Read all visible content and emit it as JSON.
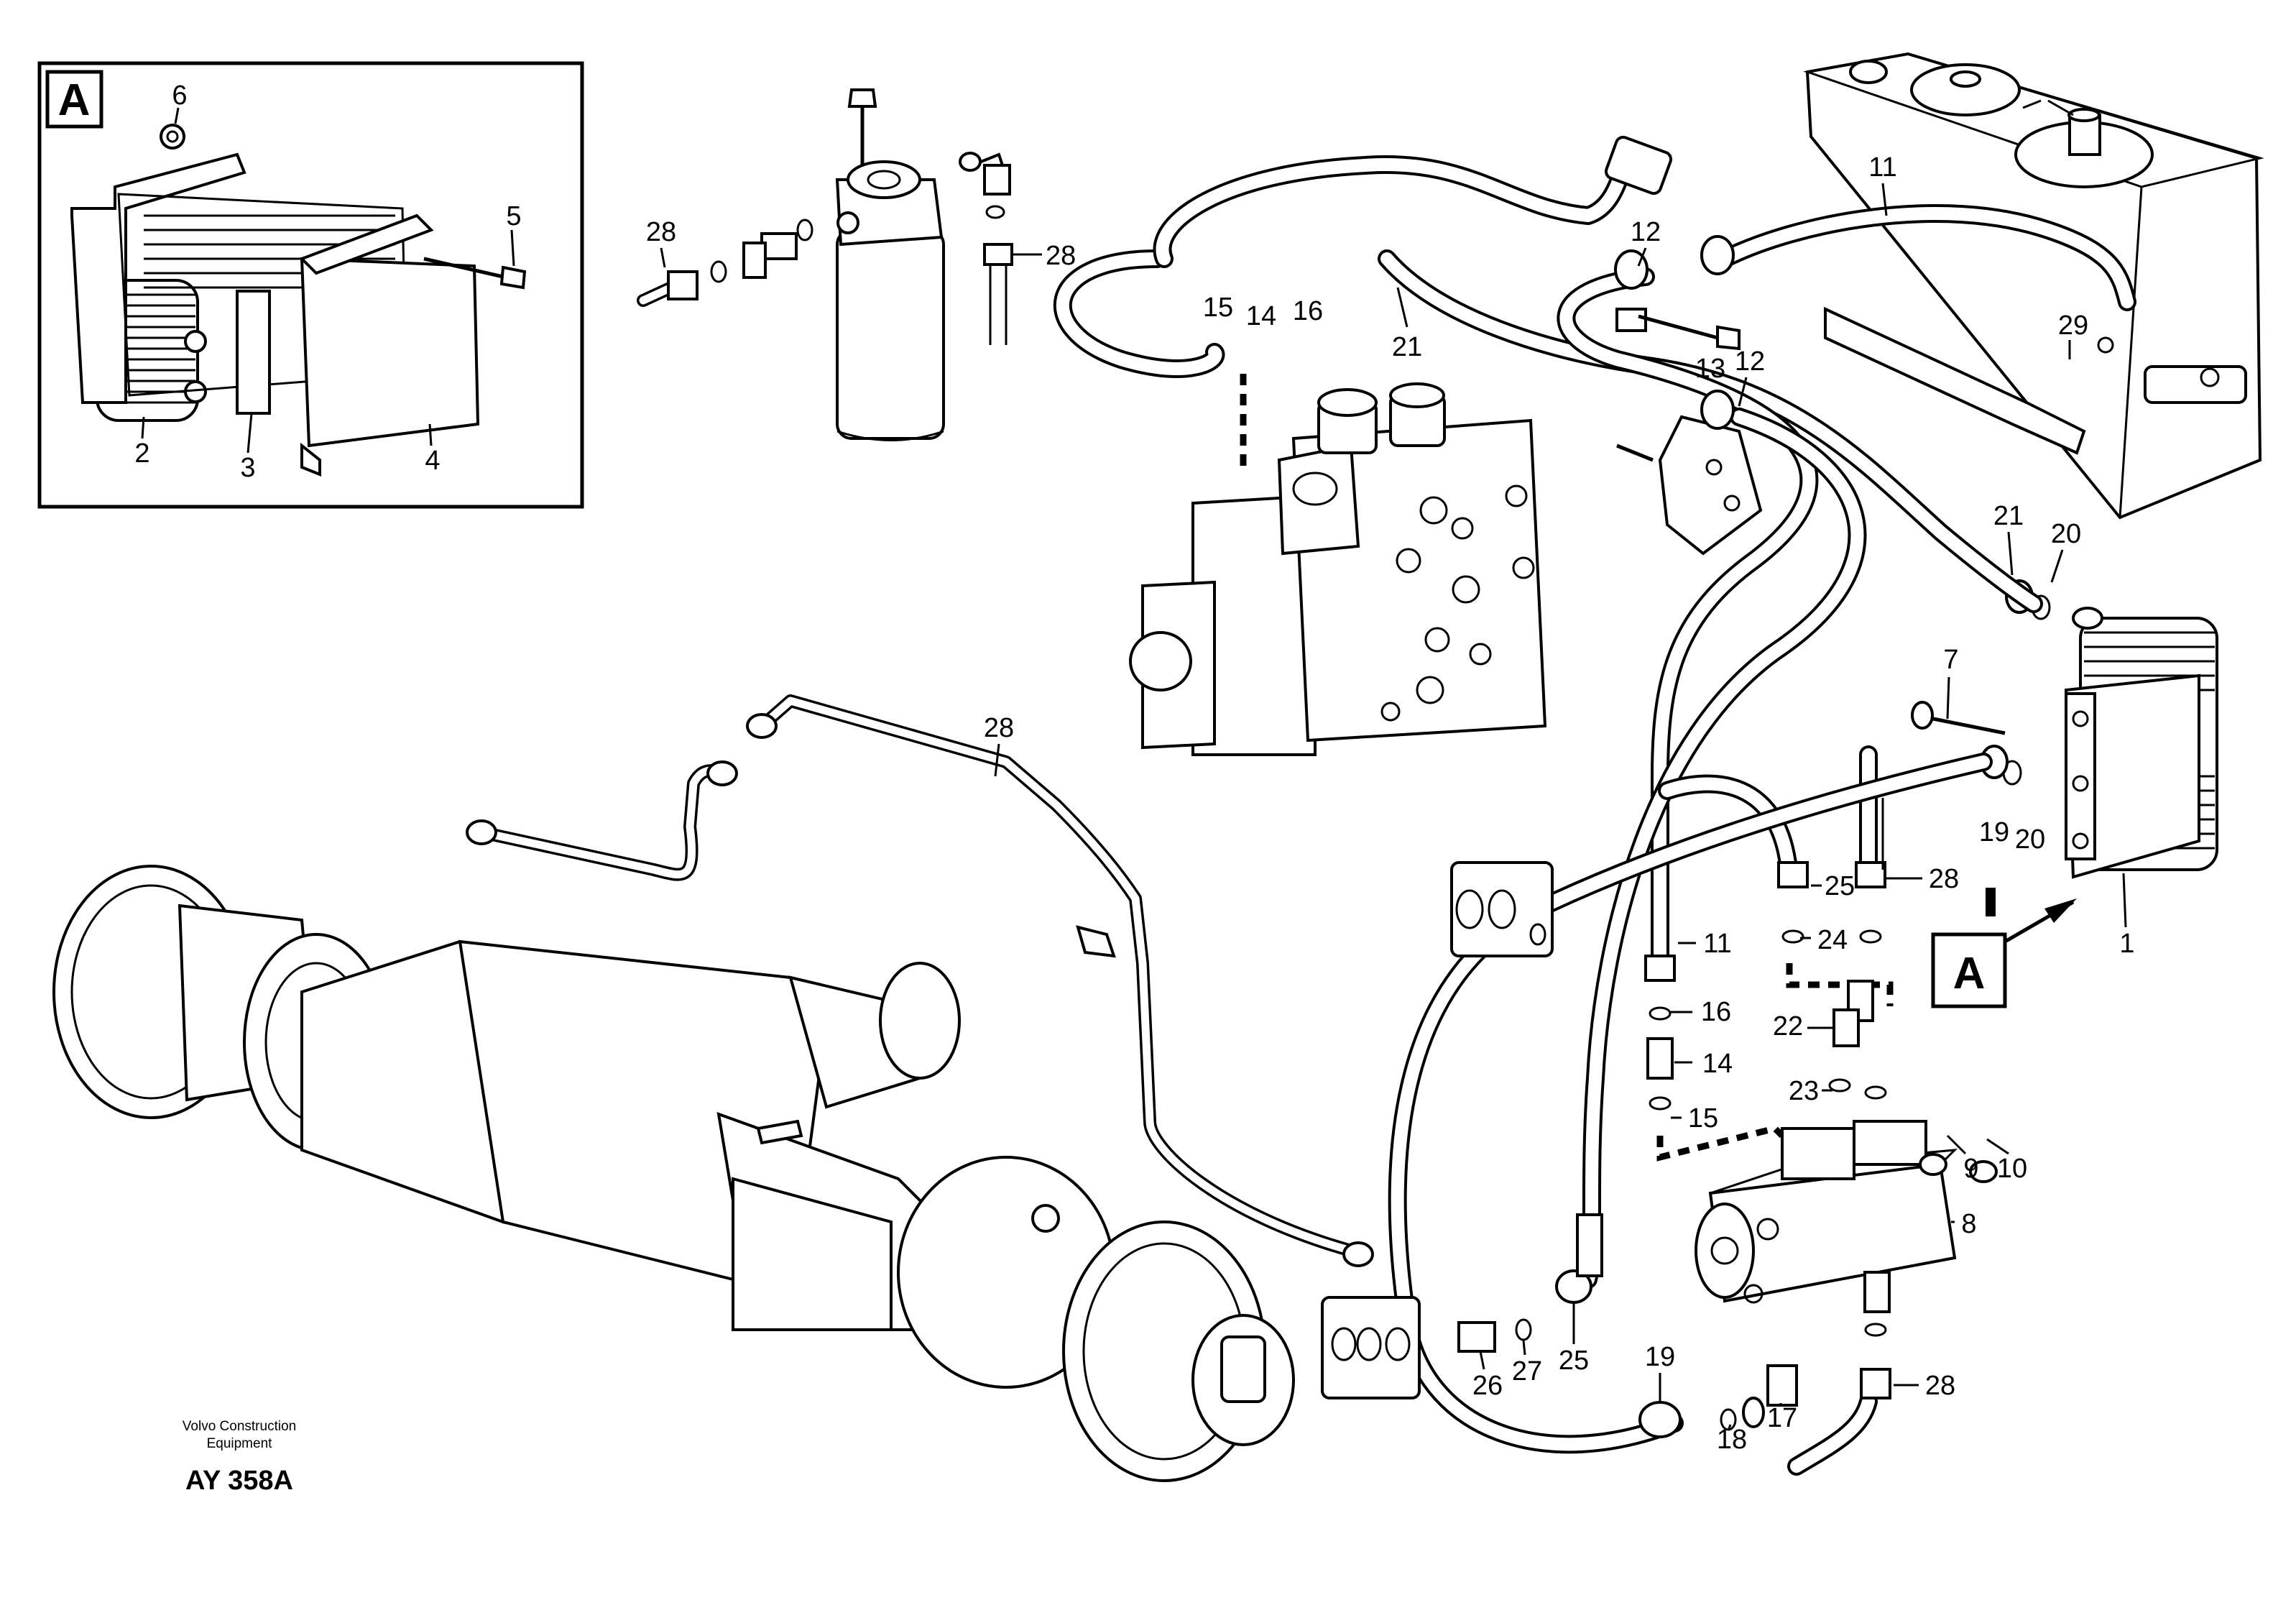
{
  "detail_box": {
    "letter": "A",
    "labels": [
      "6",
      "5",
      "2",
      "3",
      "4"
    ]
  },
  "callout": {
    "letter": "A"
  },
  "part_labels": [
    "28",
    "28",
    "15",
    "14",
    "16",
    "21",
    "12",
    "11",
    "13",
    "12",
    "29",
    "21",
    "20",
    "28",
    "7",
    "19",
    "20",
    "25",
    "28",
    "11",
    "24",
    "1",
    "16",
    "22",
    "14",
    "23",
    "15",
    "9",
    "10",
    "8",
    "26",
    "27",
    "25",
    "19",
    "18",
    "17",
    "28"
  ],
  "credit": {
    "line1": "Volvo Construction",
    "line2": "Equipment",
    "code": "AY 358A"
  }
}
